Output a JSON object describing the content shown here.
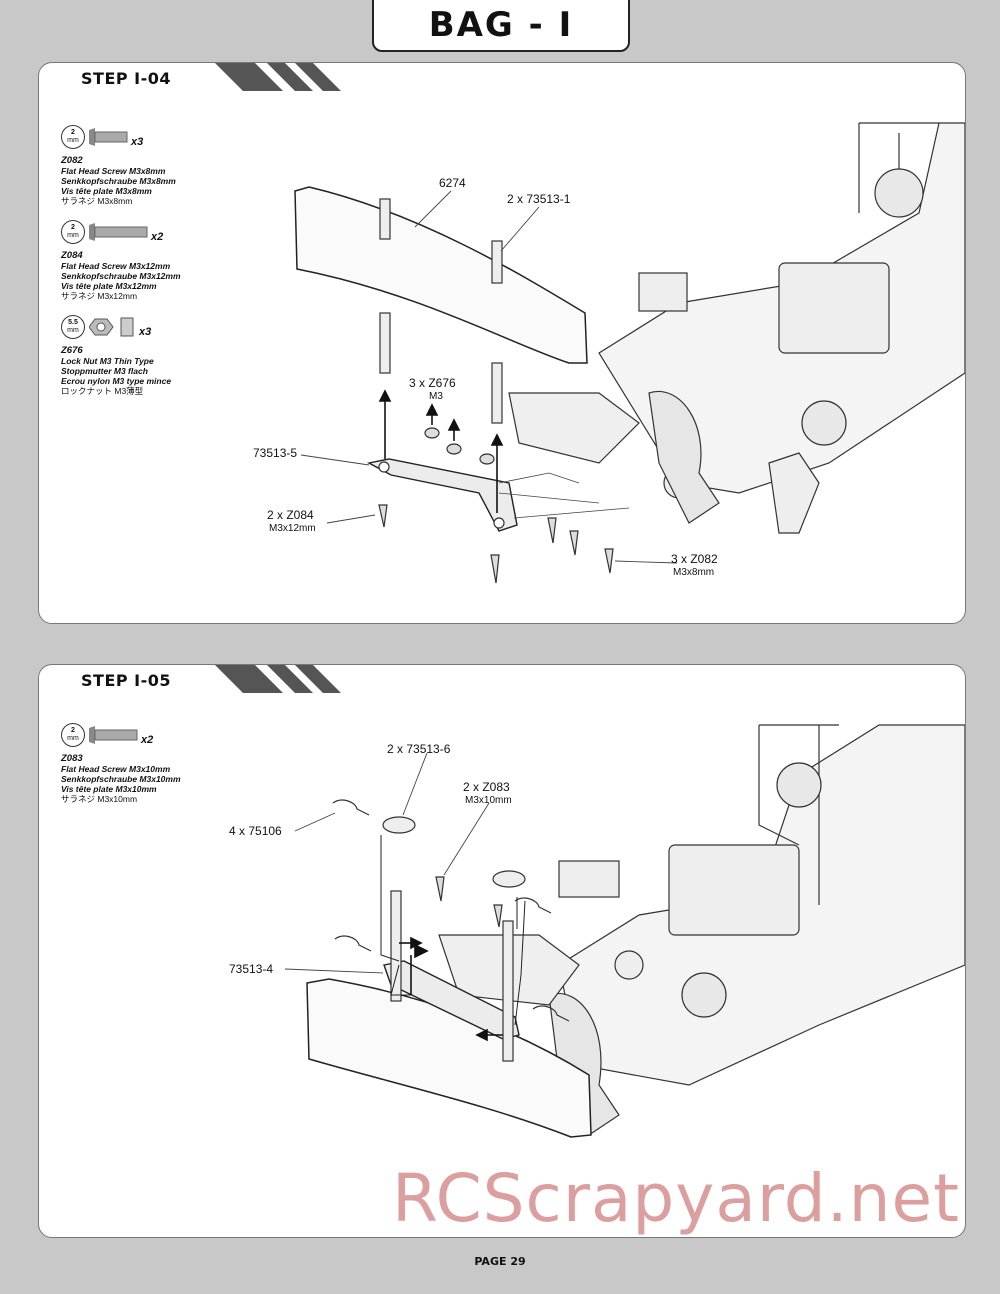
{
  "header": {
    "title": "BAG - I"
  },
  "steps": [
    {
      "title": "STEP I-04",
      "parts": [
        {
          "size": "2",
          "unit": "mm",
          "qty": "x3",
          "code": "Z082",
          "desc": [
            "Flat Head Screw M3x8mm",
            "Senkkopfschraube M3x8mm",
            "Vis tête plate M3x8mm",
            "サラネジ M3x8mm"
          ]
        },
        {
          "size": "2",
          "unit": "mm",
          "qty": "x2",
          "code": "Z084",
          "desc": [
            "Flat Head Screw M3x12mm",
            "Senkkopfschraube M3x12mm",
            "Vis tête plate M3x12mm",
            "サラネジ M3x12mm"
          ]
        },
        {
          "size": "5.5",
          "unit": "mm",
          "qty": "x3",
          "code": "Z676",
          "desc": [
            "Lock Nut M3 Thin Type",
            "Stoppmutter M3 flach",
            "Ecrou nylon M3 type mince",
            "ロックナット M3薄型"
          ]
        }
      ],
      "callouts": {
        "bumper": "6274",
        "posts": "2 x 73513-1",
        "nuts": "3 x Z676",
        "nuts_sub": "M3",
        "plate": "73513-5",
        "screws_a": "2 x Z084",
        "screws_a_sub": "M3x12mm",
        "screws_b": "3 x Z082",
        "screws_b_sub": "M3x8mm"
      }
    },
    {
      "title": "STEP I-05",
      "parts": [
        {
          "size": "2",
          "unit": "mm",
          "qty": "x2",
          "code": "Z083",
          "desc": [
            "Flat Head Screw M3x10mm",
            "Senkkopfschraube M3x10mm",
            "Vis tête plate M3x10mm",
            "サラネジ M3x10mm"
          ]
        }
      ],
      "callouts": {
        "washers": "2 x 73513-6",
        "screws": "2 x Z083",
        "screws_sub": "M3x10mm",
        "clips": "4 x 75106",
        "plate": "73513-4"
      }
    }
  ],
  "watermark": "RCScrapyard.net",
  "footer": {
    "page": "PAGE 29"
  }
}
